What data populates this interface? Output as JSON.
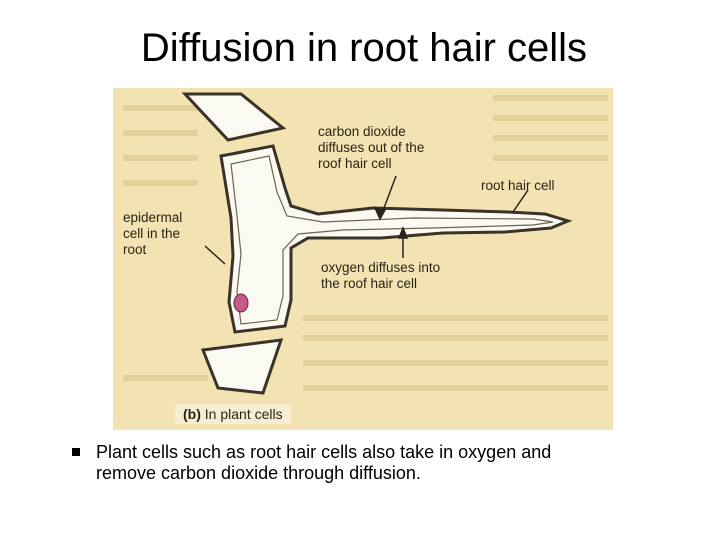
{
  "slide": {
    "title": "Diffusion in root hair cells",
    "bullets": [
      "Plant cells such as root hair cells also take in oxygen and remove carbon dioxide through diffusion."
    ]
  },
  "diagram": {
    "labels": {
      "carbon_dioxide": "carbon dioxide\ndiffuses out of the\nroof hair cell",
      "root_hair_cell": "root hair cell",
      "epidermal_cell": "epidermal\ncell in the\nroot",
      "oxygen": "oxygen diffuses into\nthe roof hair cell"
    },
    "caption_letter": "(b)",
    "caption_text": "In plant cells"
  },
  "colors": {
    "page_background": "#f3e3b2",
    "cell_fill": "#fbfaf2",
    "cell_wall": "#3a3328",
    "nucleus": "#c85a8a"
  }
}
